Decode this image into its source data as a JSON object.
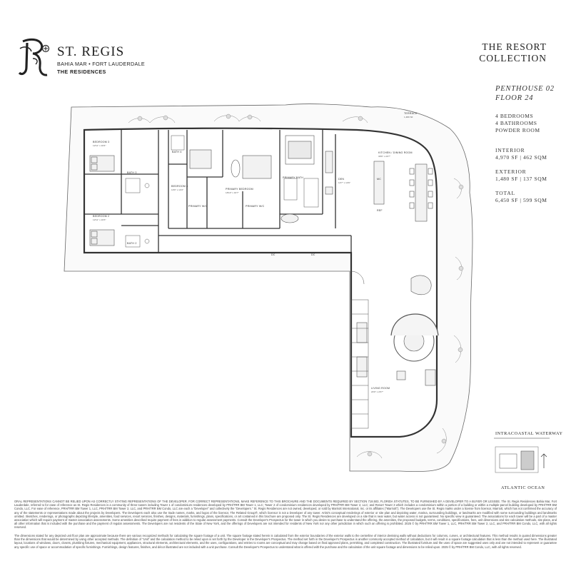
{
  "brand": {
    "name": "ST. REGIS",
    "location": "BAHIA MAR • FORT LAUDERDALE",
    "subline": "THE RESIDENCES"
  },
  "collection": {
    "line1": "THE RESORT",
    "line2": "COLLECTION"
  },
  "unit": {
    "name": "PENTHOUSE 02",
    "floor": "FLOOR 24",
    "features": [
      "4 BEDROOMS",
      "4 BATHROOMS",
      "POWDER ROOM"
    ]
  },
  "areas": [
    {
      "label": "INTERIOR",
      "value": "4,970 SF | 462 SQM"
    },
    {
      "label": "EXTERIOR",
      "value": "1,480 SF | 137 SQM"
    },
    {
      "label": "TOTAL",
      "value": "6,450 SF | 599 SQM"
    }
  ],
  "rooms": {
    "bedroom3": {
      "label": "BEDROOM 3",
      "dim": "12'11\" x 16'4\""
    },
    "bath3": "BATH 3",
    "bedroom2": {
      "label": "BEDROOM 2",
      "dim": "12'11\" x 16'3\""
    },
    "bath2": "BATH 2",
    "bath4": "BATH 4",
    "bedroom4": {
      "label": "BEDROOM 4",
      "dim": "10'0\" x 14'3\""
    },
    "primary_bedroom": {
      "label": "PRIMARY BEDROOM",
      "dim": "18'10\" x 16'7\""
    },
    "primary_wic1": "PRIMARY W/C",
    "primary_wic2": "PRIMARY W/C",
    "primary_bath": "PRIMARY BATH",
    "den": {
      "label": "DEN",
      "dim": "12'7\" x 14'6\""
    },
    "kitchen_dining": {
      "label": "KITCHEN / DINING ROOM",
      "dim": "39'9\" x 22'7\""
    },
    "living_room": {
      "label": "LIVING ROOM",
      "dim": "24'0\" x 23'7\""
    },
    "terrace": {
      "label": "TERRACE",
      "dim": "1,480 SF"
    },
    "dc1": "DC",
    "dc2": "DC",
    "mc": "MC",
    "fridge": "REF"
  },
  "legend": {
    "waterway": "INTRACOASTAL WATERWAY",
    "ocean": "ATLANTIC OCEAN"
  },
  "disclaimer": {
    "paragraph1": "ORAL REPRESENTATIONS CANNOT BE RELIED UPON AS CORRECTLY STATING REPRESENTATIONS OF THE DEVELOPER. FOR CORRECT REPRESENTATIONS, MAKE REFERENCE TO THIS BROCHURE AND THE DOCUMENTS REQUIRED BY SECTION 718.503, FLORIDA STATUTES, TO BE FURNISHED BY A DEVELOPER TO A BUYER OR LESSEE. The St. Regis Residences Bahia Mar, Fort Lauderdale, referred to for ease of reference as St. Regis Residences is a community of three towers including Tower 1 of condominium residences developed by PRH/TRR BM Tower 1, LLC; Tower 2 of condominium residences developed by PRH/TRR BM Tower 2, LLC; and Resort Tower 3 which includes a condominium within a portion of a building or within a multiple-parcel building developed by PRH/TRR BM Condo, LLC. For ease of reference, PRH/TRR BM Tower 1, LLC, PRH/TRR BM Tower 2, LLC, and PRH/TRR BM Condo, LLC are each a \"Developer\" and collectively the \"Developers.\" St. Regis Residences are not owned, developed, or sold by Marriott International, Inc. or its affiliates (\"Marriott\"). The Developers use the St. Regis marks under a license from licensor, Marriott, which has not confirmed the accuracy of any of the statements or representations made about the projects by Developers. The Developers each also use the trade names, marks, and logos of the licensor, The Related Group®, which licensor is not a Developer of any tower. Artist's conceptual renderings of exterior or site plan and depicting water, marina, surrounding buildings, or landmarks are modified with some surrounding buildings and landmarks omitted. Sketches, renderings, or photographs depicting lifestyle, amenities, food services, resort services, finishes, designs, materials, furnishings, plans, specifications, or art contained in this brochure are proposed only. The St. Regis Residences are developed on a site that is near water, but water access is not guaranteed. No specific view is guaranteed. The associations for each tower will be a part of a master association which will require payment of master association assessments. Some amenities described require payment of fees in addition to regular assessment payments. Consult the Developer's Prospectus for the tower in which you desire to purchase to understand the offering, the amenities, the proposed budgets, terms, conditions, specifications, fees, unit dimensions and site calculation methods, site plans, and all other information that is included with the purchase and the payment of regular assessments. The Developers are not residents of the State of New York, and the offerings of Developers are not intended for residents of New York nor any other jurisdiction in which such an offering is prohibited. 2025 © by PRH/TRR BM Tower 1, LLC, PRH/TRR BM Tower 2, LLC, and PRH/TRR BM Condo, LLC, with all rights reserved.",
    "paragraph2": "The dimensions stated for any depicted unit floor plan are approximate because there are various recognized methods for calculating the square footage of a unit. The square footage stated herein is calculated from the exterior boundaries of the exterior walls to the centerline of interior demising walls without deductions for columns, curves, or architectural features. This method results in quoted dimensions greater than the dimensions that would be determined by using other accepted methods. The definition of \"Unit\" and the calculation method to be relied upon is set forth by the Developer in the Developer's Prospectus. The method set forth in the Developer's Prospectus is another commonly accepted method of calculation, but it will result in a square footage calculation that is less than the method used here. The illustrated layout, locations of windows, doors, closets, plumbing fixtures, mechanical equipment, appliances, structural elements, architectural elements, and the uses, configurations, and entries to rooms are conceptual and may change based on final approved plans, permitting, and completed construction. The illustrated furniture and the uses of space are suggested uses only and are not intended to represent or guarantee any specific use of space or accommodation of specific furnishings. Furnishings, design features, finishes, and décor illustrated are not included with a unit purchase. Consult the Developer's Prospectus to understand what is offered with the purchase and the calculation of the unit square footage and dimensions to be relied upon. 2025 © by PRH/TRR BM Condo, LLC, with all rights reserved."
  }
}
